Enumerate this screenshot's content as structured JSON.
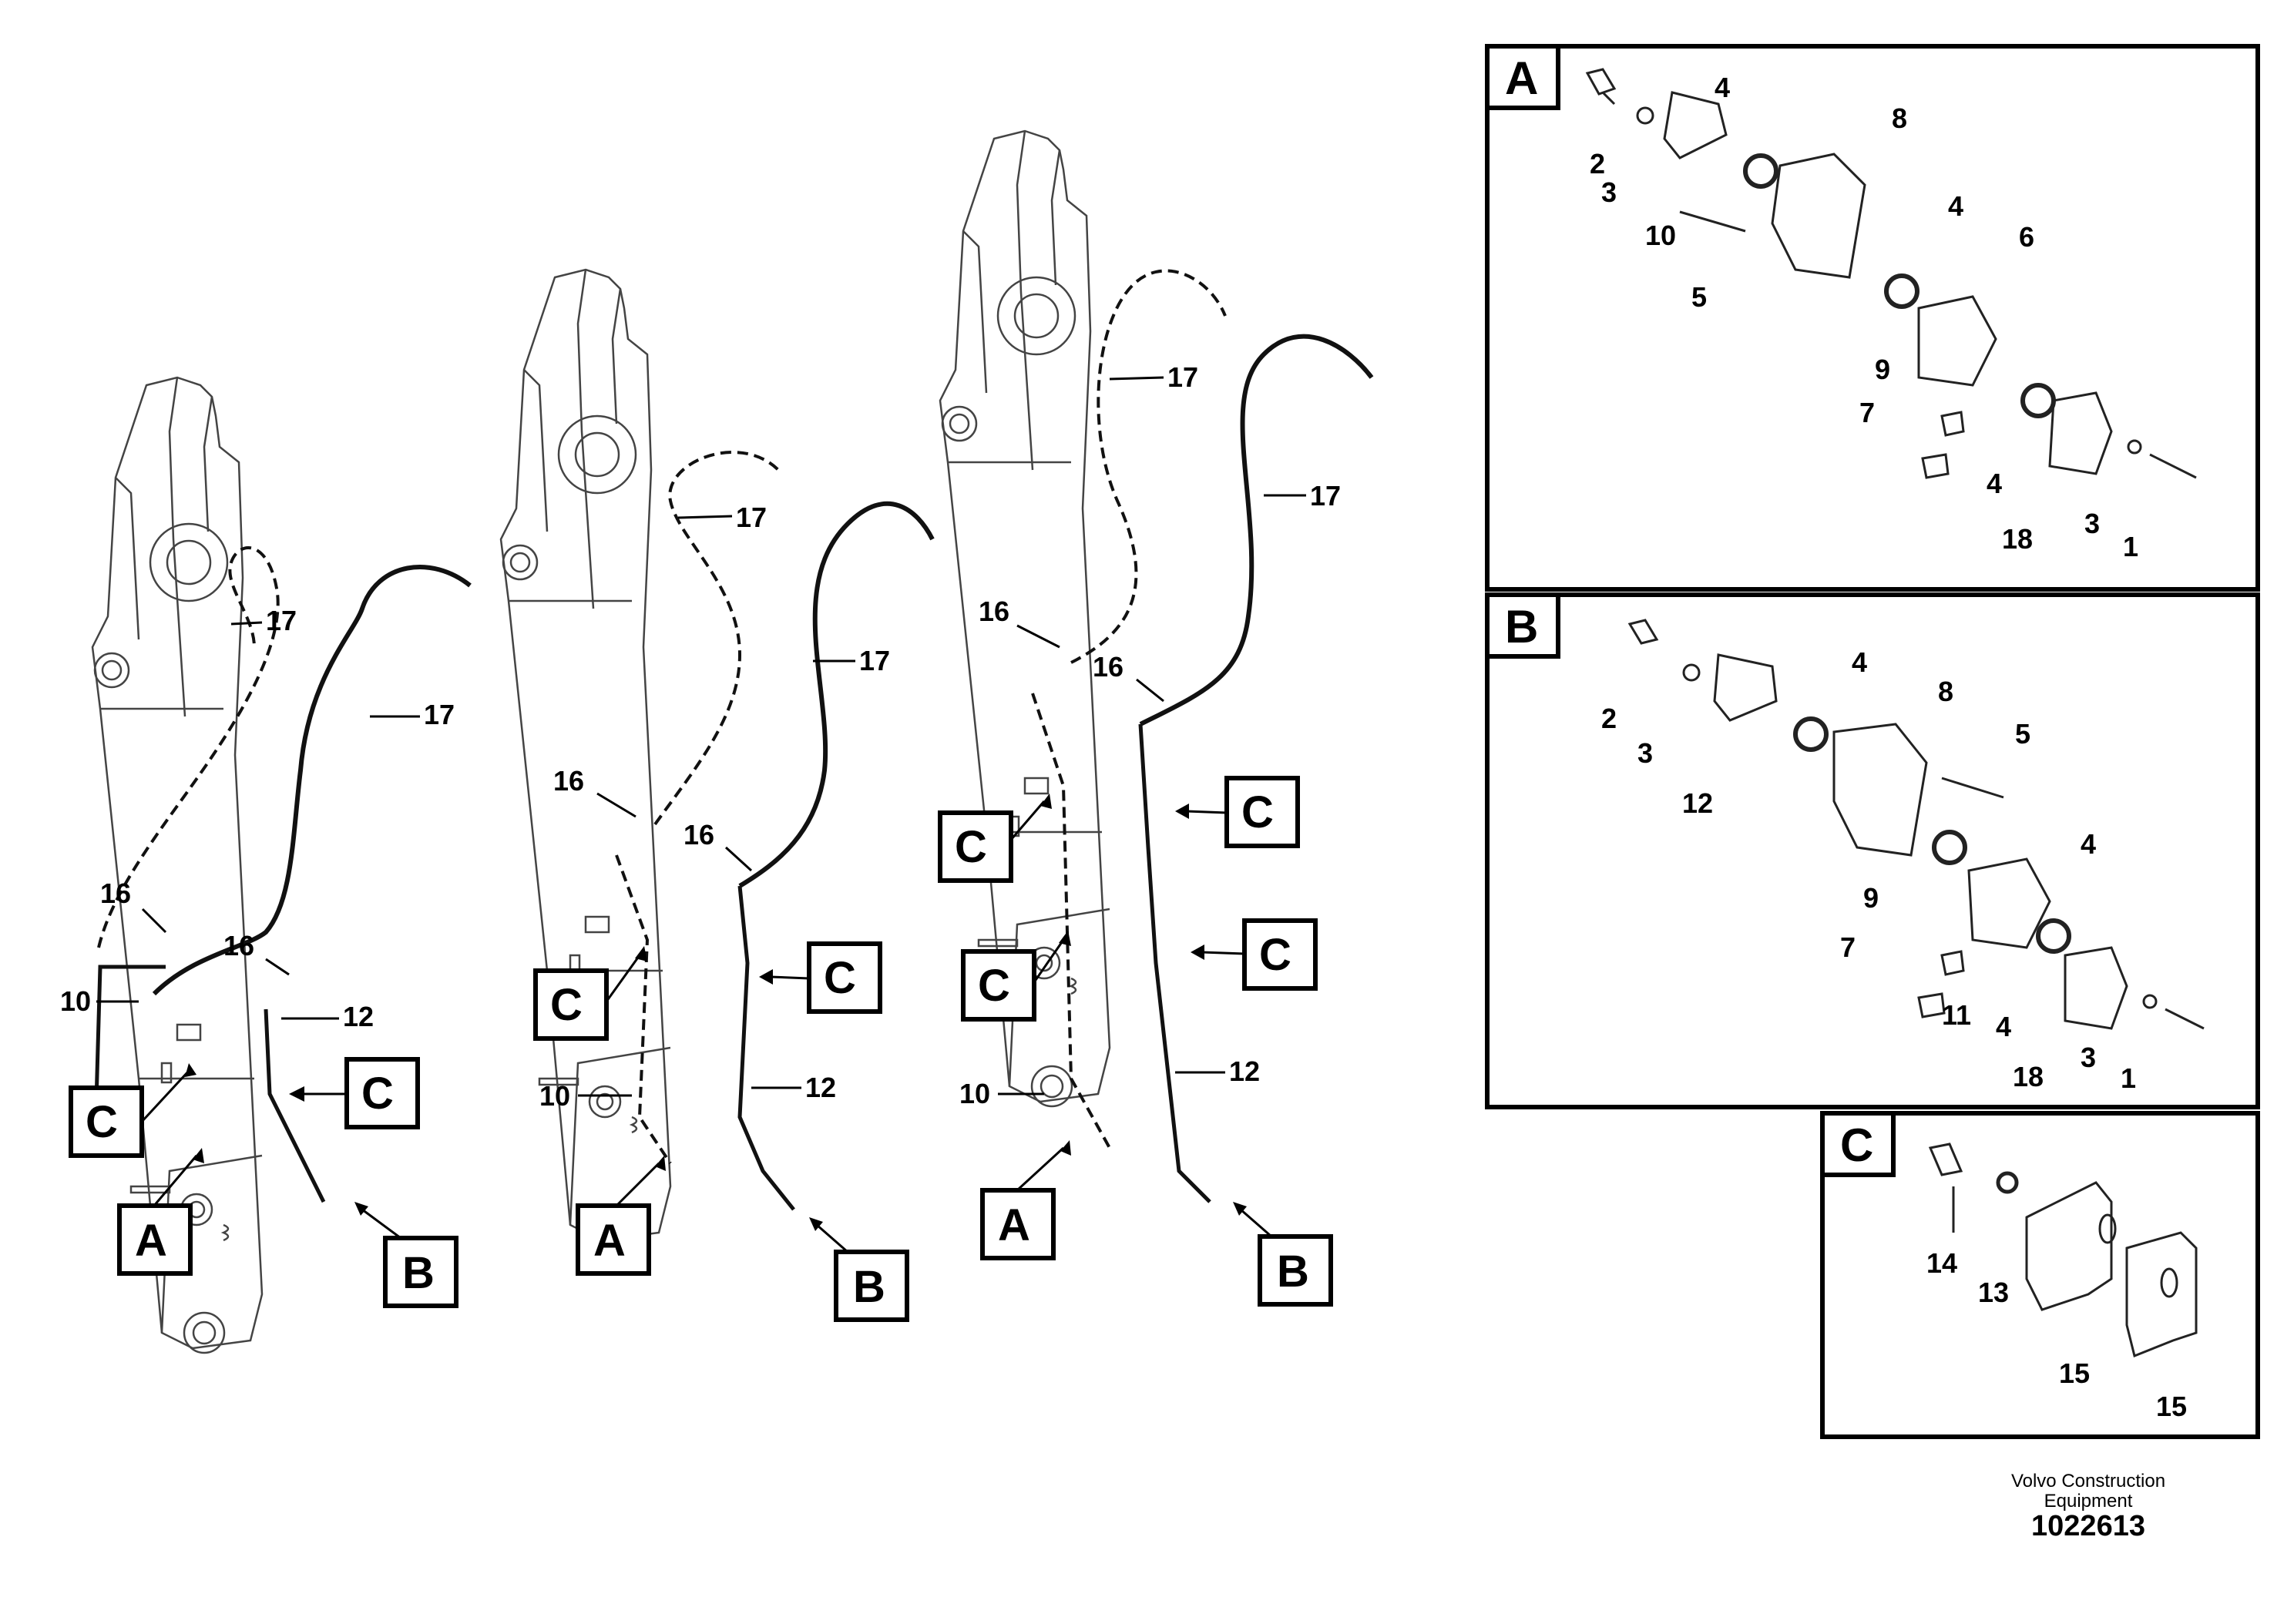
{
  "figure": {
    "detail_letters": {
      "A": "A",
      "B": "B",
      "C": "C"
    },
    "part_numbers": [
      "1",
      "2",
      "3",
      "4",
      "5",
      "6",
      "7",
      "8",
      "9",
      "10",
      "11",
      "12",
      "13",
      "14",
      "15",
      "16",
      "17",
      "18"
    ]
  },
  "footer": {
    "company_line1": "Volvo Construction",
    "company_line2": "Equipment",
    "drawing_number": "1022613"
  }
}
